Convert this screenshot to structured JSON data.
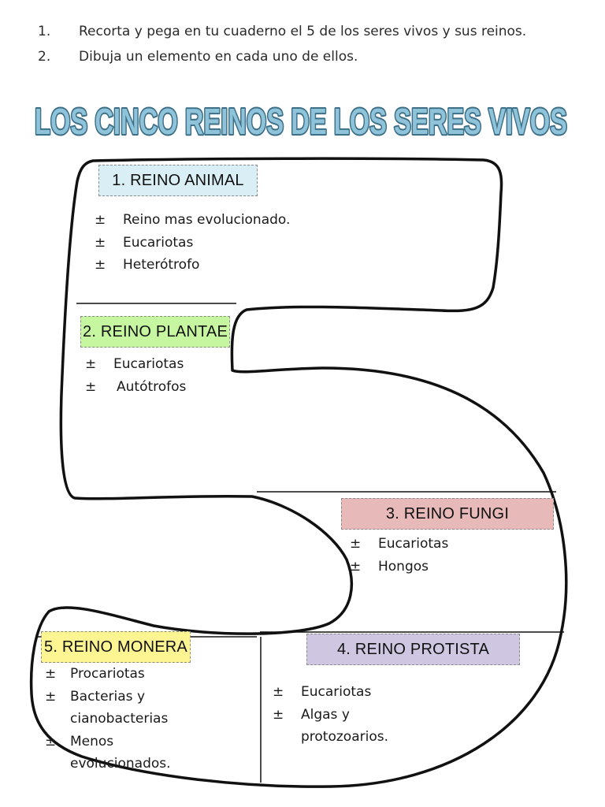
{
  "instructions": [
    {
      "num": "1.",
      "text": "Recorta y pega en tu cuaderno el 5 de los seres vivos y sus reinos."
    },
    {
      "num": "2.",
      "text": "Dibuja un elemento en cada uno de ellos."
    }
  ],
  "title": "LOS CINCO REINOS DE LOS SERES VIVOS",
  "bullet_marker": "±",
  "kingdoms": {
    "animal": {
      "label": "1. REINO ANIMAL",
      "color": "#daeef5",
      "items": [
        "Reino mas evolucionado.",
        "Eucariotas",
        "Heterótrofo"
      ]
    },
    "plantae": {
      "label": "2. REINO PLANTAE",
      "color": "#c6f7a0",
      "items": [
        "Eucariotas",
        "Autótrofos"
      ]
    },
    "fungi": {
      "label": "3. REINO FUNGI",
      "color": "#e8b9b9",
      "items": [
        "Eucariotas",
        "Hongos"
      ]
    },
    "protista": {
      "label": "4. REINO PROTISTA",
      "color": "#cfc7e2",
      "items": [
        "Eucariotas",
        "Algas y",
        "protozoarios."
      ]
    },
    "monera": {
      "label": "5. REINO MONERA",
      "color": "#fdf592",
      "items": [
        "Procariotas",
        "Bacterias y",
        "cianobacterias",
        "Menos",
        "evolucionados."
      ]
    }
  },
  "colors": {
    "title_fill": "#8fc3d9",
    "title_stroke": "#3d6f86"
  }
}
